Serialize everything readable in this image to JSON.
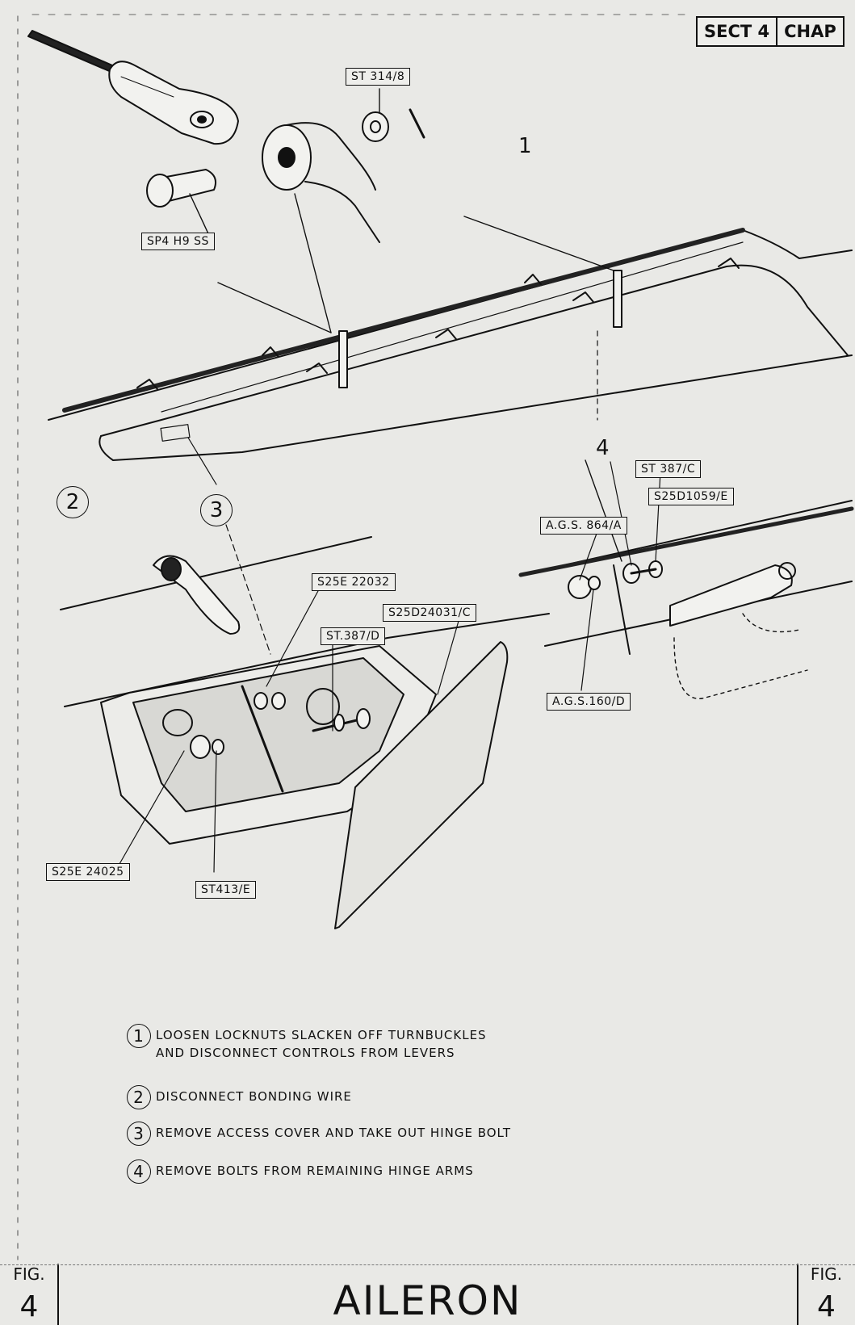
{
  "header": {
    "sect": "SECT 4",
    "chap": "CHAP"
  },
  "part_labels": {
    "st_314_8": "ST 314/8",
    "sp4_h9_ss": "SP4 H9 SS",
    "st_387_c": "ST 387/C",
    "s25d1059_e": "S25D1059/E",
    "ags_864_a": "A.G.S. 864/A",
    "ags_160_d": "A.G.S.160/D",
    "s25e22032": "S25E 22032",
    "s25d24031_c": "S25D24031/C",
    "st387_d": "ST.387/D",
    "s25e24025": "S25E 24025",
    "st413_e": "ST413/E"
  },
  "callouts": {
    "c1": "1",
    "c2": "2",
    "c3": "3",
    "c4": "4"
  },
  "steps": [
    {
      "num": "1",
      "line1": "LOOSEN LOCKNUTS SLACKEN OFF TURNBUCKLES",
      "line2": "AND DISCONNECT CONTROLS FROM LEVERS"
    },
    {
      "num": "2",
      "line1": "DISCONNECT BONDING WIRE"
    },
    {
      "num": "3",
      "line1": "REMOVE ACCESS COVER AND TAKE OUT HINGE BOLT"
    },
    {
      "num": "4",
      "line1": "REMOVE BOLTS FROM REMAINING HINGE ARMS"
    }
  ],
  "footer": {
    "fig_label": "FIG.",
    "fig_number": "4",
    "title": "AILERON"
  }
}
